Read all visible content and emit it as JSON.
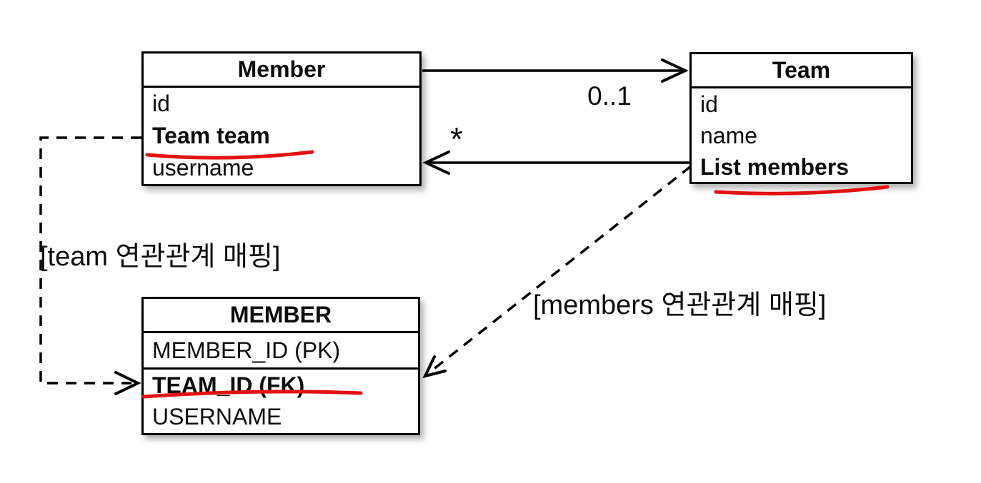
{
  "colors": {
    "background": "#ffffff",
    "line_black": "#000000",
    "annotation_red": "#e31212"
  },
  "member_class": {
    "title": "Member",
    "fields": [
      "id",
      "Team team",
      "username"
    ]
  },
  "team_class": {
    "title": "Team",
    "fields": [
      "id",
      "name",
      "List members"
    ]
  },
  "member_table": {
    "title": "MEMBER",
    "pk_column": "MEMBER_ID (PK)",
    "fk_column": "TEAM_ID (FK)",
    "username_column": "USERNAME"
  },
  "associations": {
    "member_to_team_multiplicity": "0..1",
    "team_to_member_multiplicity": "*"
  },
  "annotations": {
    "team_mapping_label": "[team 연관관계 매핑]",
    "members_mapping_label": "[members 연관관계 매핑]"
  }
}
